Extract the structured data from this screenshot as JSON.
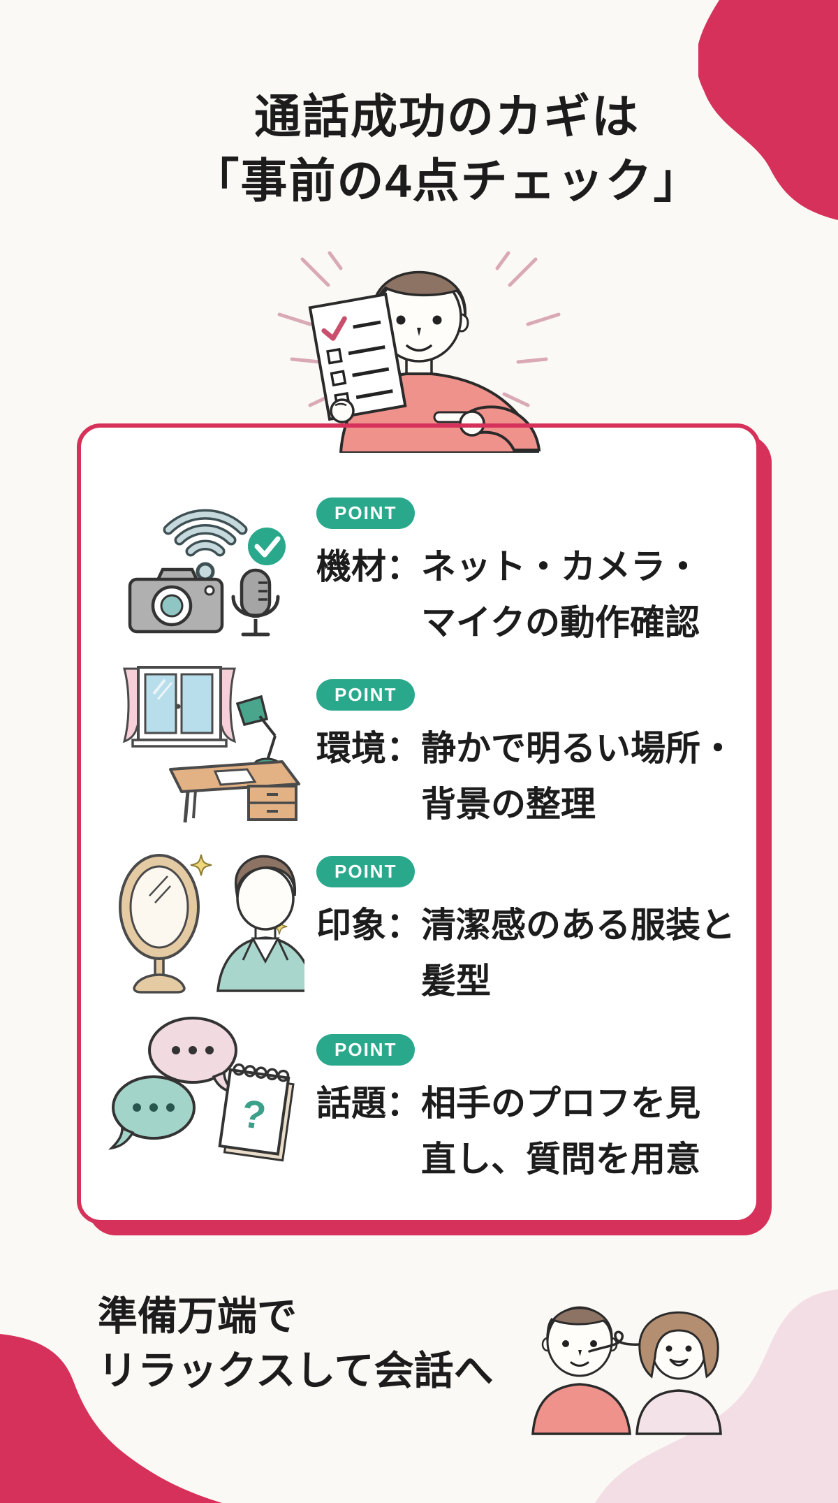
{
  "colors": {
    "background": "#FBF9F5",
    "accent_red": "#D5315A",
    "soft_pink": "#F3DEE6",
    "badge_teal": "#2AA88B",
    "text_black": "#1C1C1C",
    "card_white": "#FFFFFF"
  },
  "title": {
    "line1": "通話成功のカギは",
    "line2": "「事前の4点チェック」"
  },
  "hero": {
    "illustration": "person-holding-checklist"
  },
  "card": {
    "points": [
      {
        "badge": "POINT",
        "icon": "camera-mic-wifi-icon",
        "label": "機材：",
        "line1": "ネット・カメラ・",
        "line2": "マイクの動作確認"
      },
      {
        "badge": "POINT",
        "icon": "window-desk-lamp-icon",
        "label": "環境：",
        "line1": "静かで明るい場所・",
        "line2": "背景の整理"
      },
      {
        "badge": "POINT",
        "icon": "mirror-grooming-icon",
        "label": "印象：",
        "line1": "清潔感のある服装と",
        "line2": "髪型"
      },
      {
        "badge": "POINT",
        "icon": "speech-bubbles-notepad-icon",
        "label": "話題：",
        "line1": "相手のプロフを見",
        "line2": "直し、質問を用意"
      }
    ],
    "notepad_question_mark": "?"
  },
  "footer": {
    "line1": "準備万端で",
    "line2": "リラックスして会話へ",
    "illustration": "two-people-connected"
  }
}
